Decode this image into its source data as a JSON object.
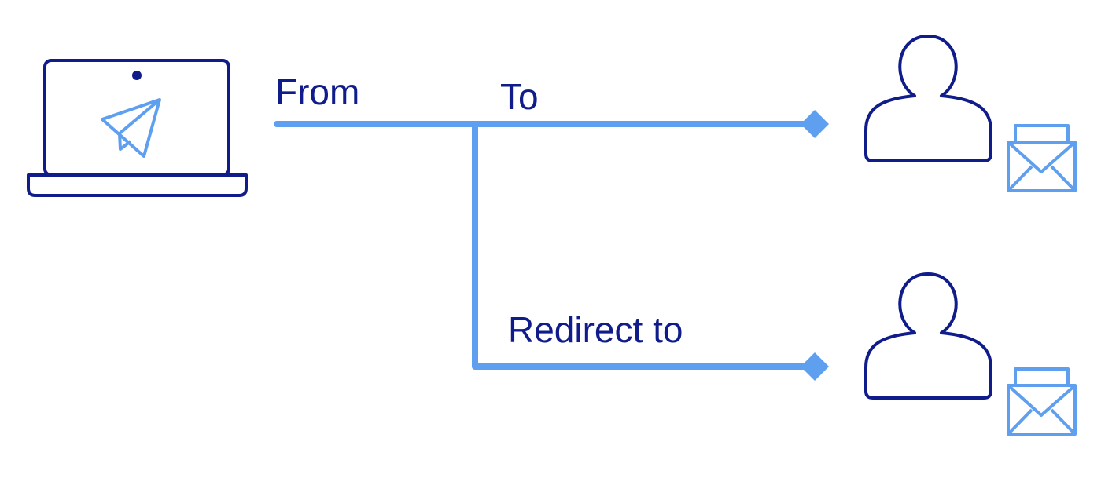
{
  "labels": {
    "from": "From",
    "to": "To",
    "redirect": "Redirect to"
  },
  "colors": {
    "dark": "#0f1c8a",
    "light": "#5e9ff0",
    "background": "#ffffff"
  },
  "icons": {
    "sender": "laptop-icon",
    "send": "paper-plane-icon",
    "recipient": "user-icon",
    "mail": "envelope-icon"
  }
}
